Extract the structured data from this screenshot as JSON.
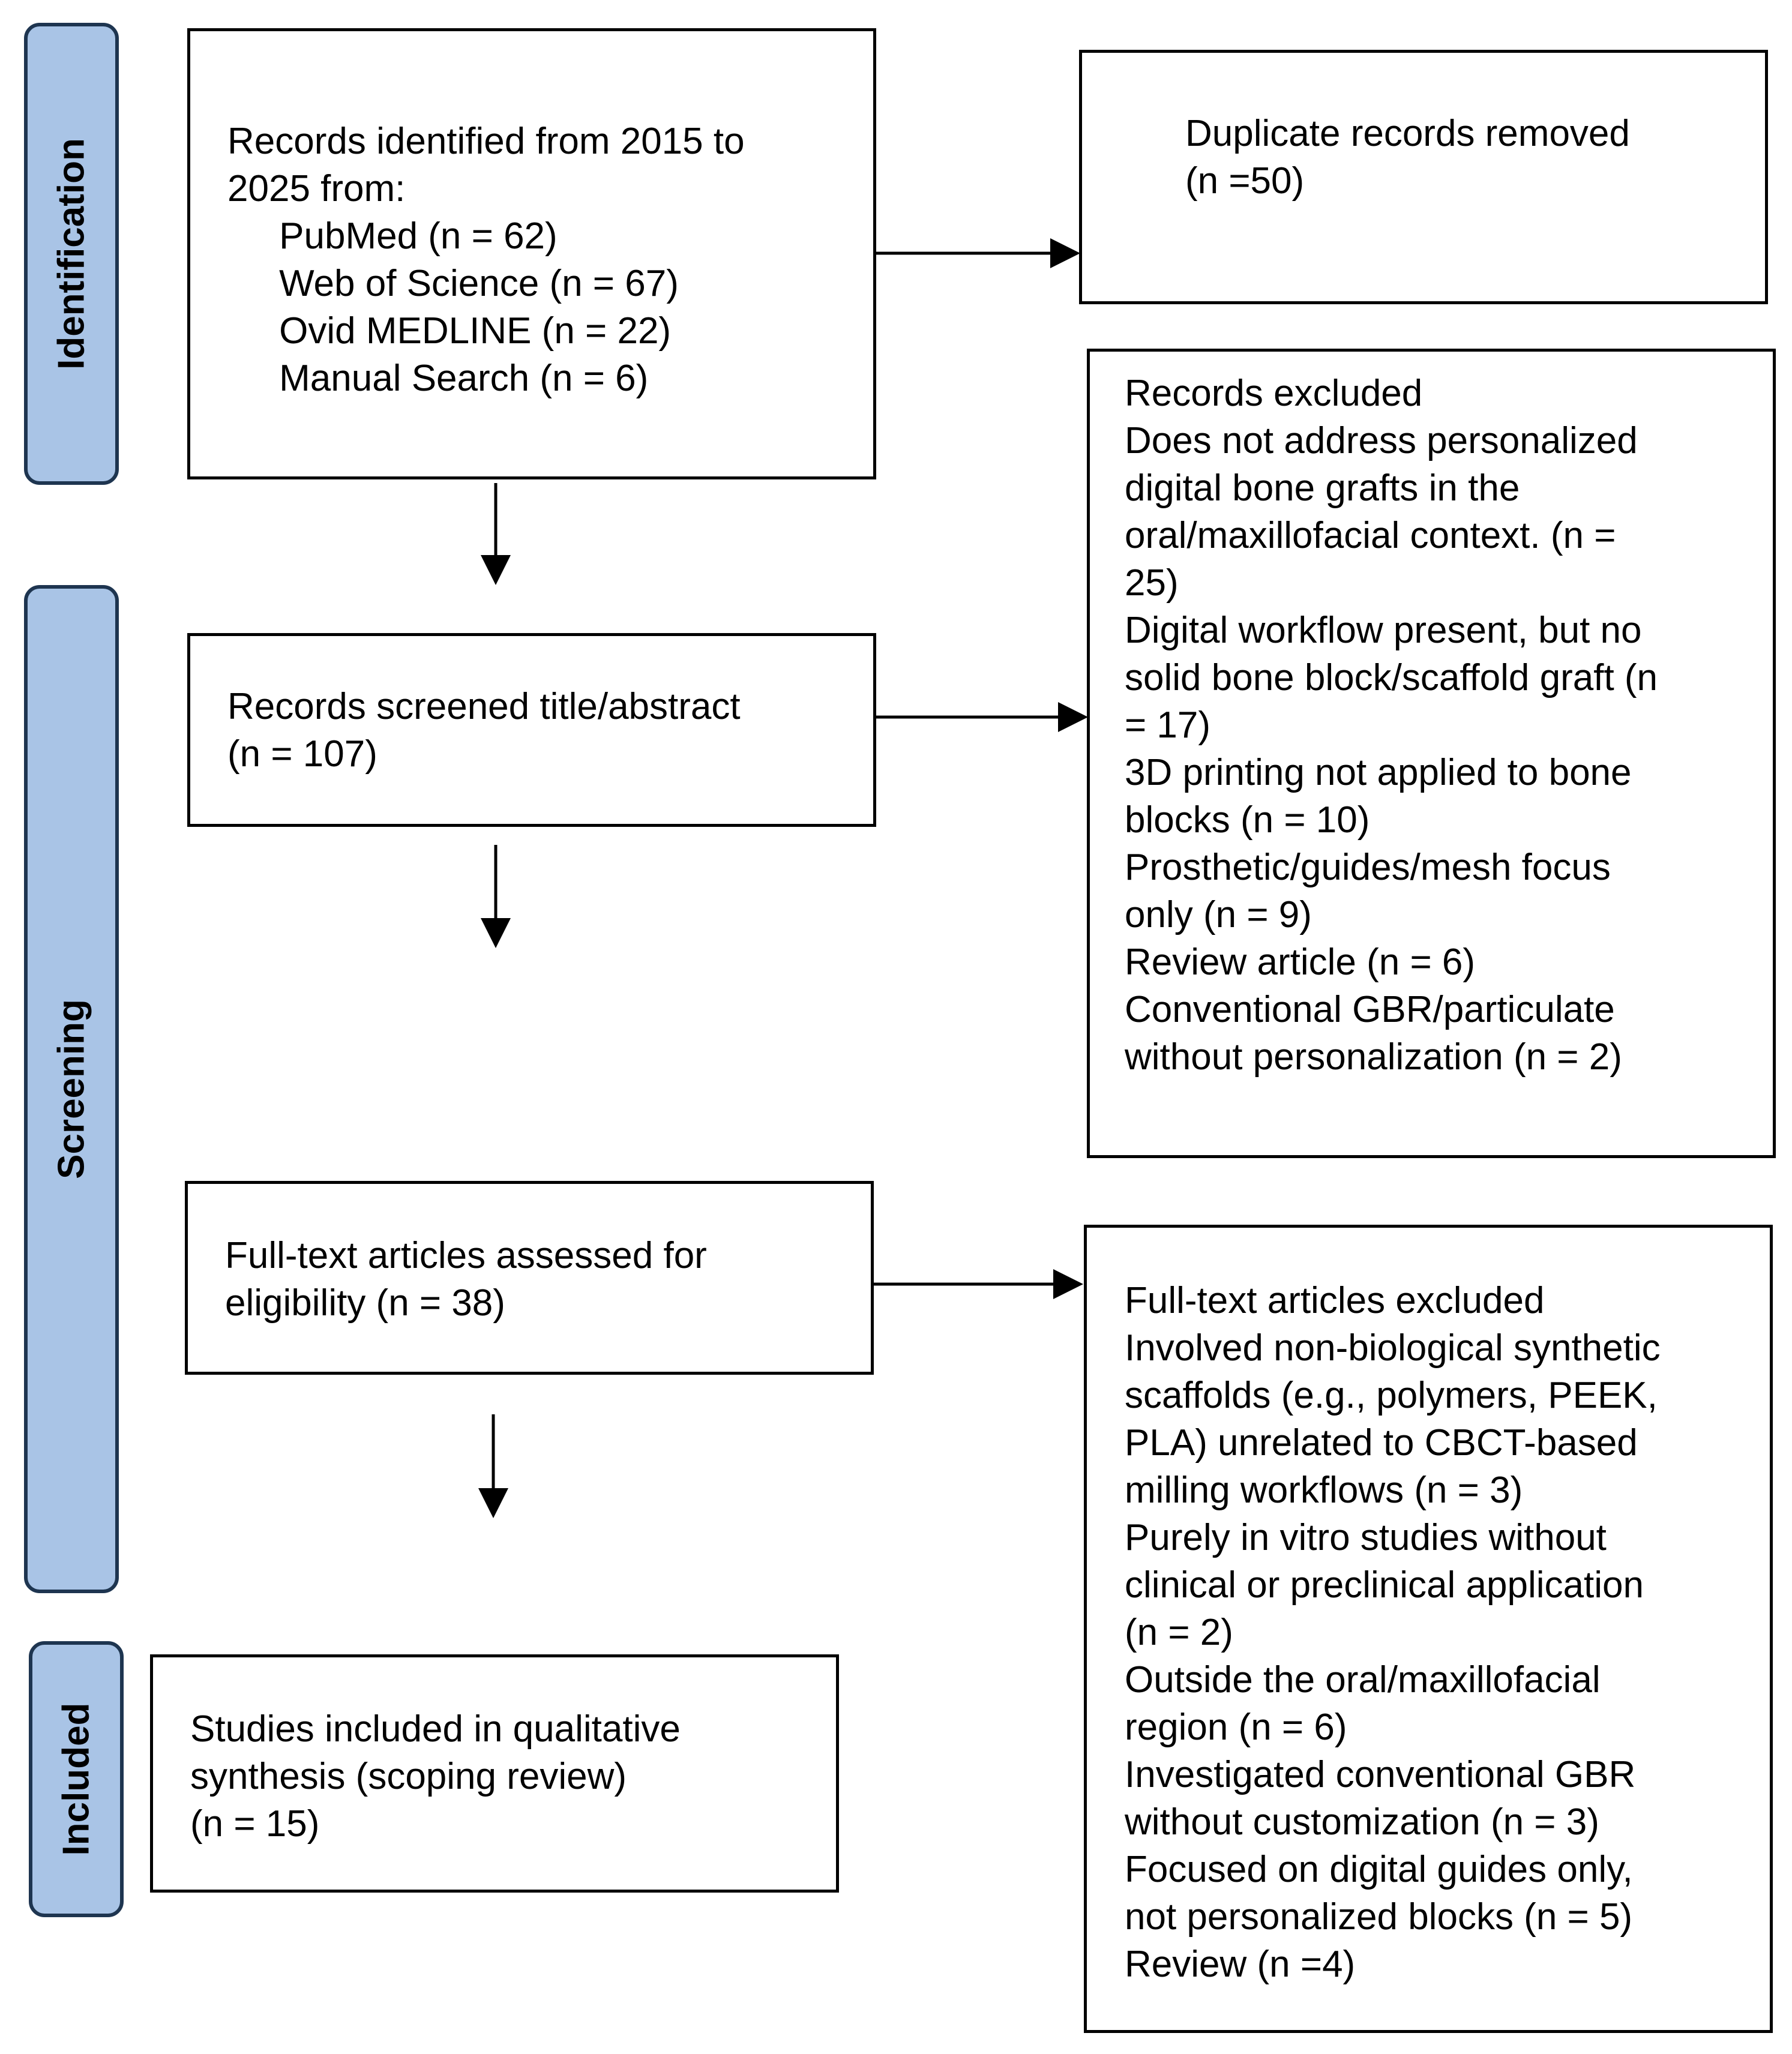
{
  "phases": {
    "identification": "Identification",
    "screening": "Screening",
    "included": "Included"
  },
  "boxes": {
    "records_identified": {
      "lines": [
        "Records identified from 2015 to",
        "2025 from:",
        "     PubMed (n = 62)",
        "     Web of Science (n = 67)",
        "     Ovid MEDLINE (n = 22)",
        "     Manual Search (n = 6)"
      ]
    },
    "duplicates_removed": {
      "lines": [
        "Duplicate records removed",
        "(n =50)"
      ]
    },
    "records_screened": {
      "lines": [
        "Records screened title/abstract",
        "(n = 107)"
      ]
    },
    "records_excluded": {
      "lines": [
        "Records excluded",
        "Does not address personalized",
        "digital bone grafts in the",
        "oral/maxillofacial context. (n =",
        "25)",
        "Digital workflow present, but no",
        "solid bone block/scaffold graft (n",
        "= 17)",
        "3D printing not applied to bone",
        "blocks (n = 10)",
        "Prosthetic/guides/mesh focus",
        "only (n = 9)",
        "Review article (n = 6)",
        "Conventional GBR/particulate",
        "without personalization (n = 2)"
      ]
    },
    "fulltext_assessed": {
      "lines": [
        "Full-text articles assessed for",
        "eligibility (n = 38)"
      ]
    },
    "fulltext_excluded": {
      "lines": [
        "Full-text articles excluded",
        "Involved non-biological synthetic",
        "scaffolds (e.g., polymers, PEEK,",
        "PLA) unrelated to CBCT-based",
        "milling workflows (n = 3)",
        "Purely in vitro studies without",
        "clinical or preclinical application",
        "(n = 2)",
        "Outside the oral/maxillofacial",
        "region (n = 6)",
        "Investigated conventional GBR",
        "without customization (n = 3)",
        "Focused on digital guides only,",
        "not personalized blocks (n = 5)",
        "Review (n =4)"
      ]
    },
    "studies_included": {
      "lines": [
        "Studies included in qualitative",
        "synthesis (scoping review)",
        "(n = 15)"
      ]
    }
  }
}
